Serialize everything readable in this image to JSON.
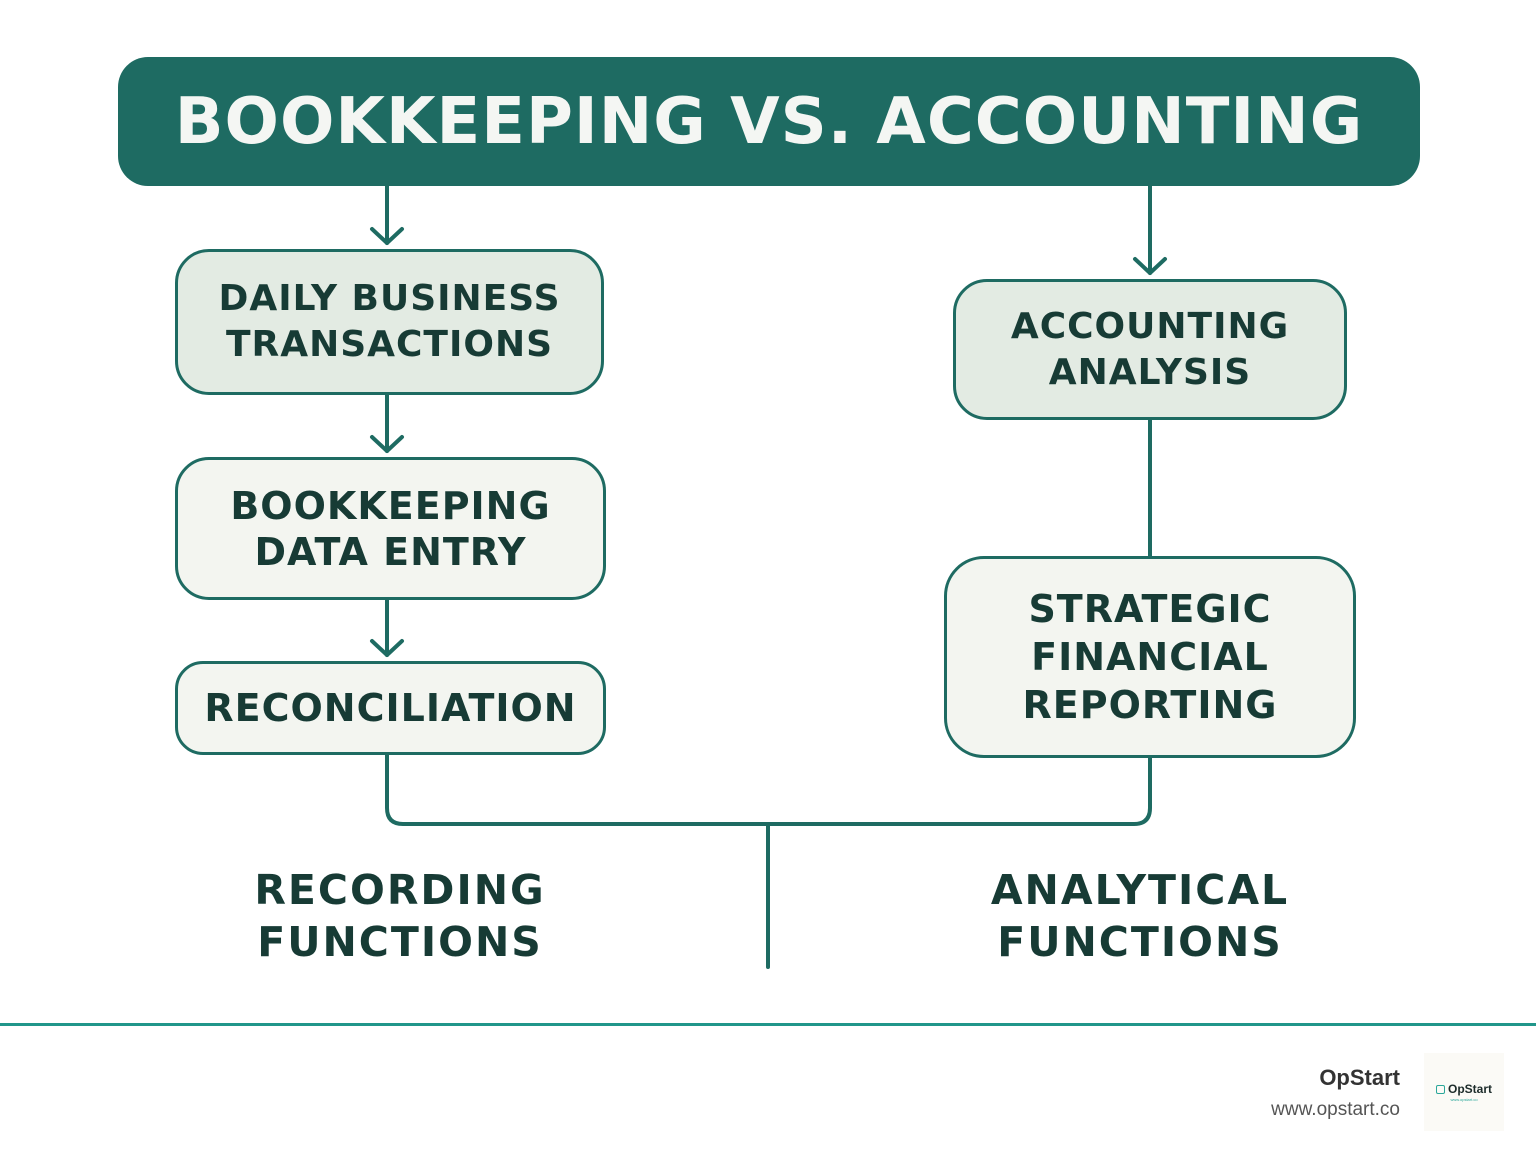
{
  "title": "BOOKKEEPING VS. ACCOUNTING",
  "left_column": {
    "steps": [
      {
        "label": "DAILY BUSINESS\nTRANSACTIONS"
      },
      {
        "label": "BOOKKEEPING\nDATA ENTRY"
      },
      {
        "label": "RECONCILIATION"
      }
    ],
    "category": "RECORDING\nFUNCTIONS"
  },
  "right_column": {
    "steps": [
      {
        "label": "ACCOUNTING\nANALYSIS"
      },
      {
        "label": "STRATEGIC\nFINANCIAL\nREPORTING"
      }
    ],
    "category": "ANALYTICAL\nFUNCTIONS"
  },
  "footer": {
    "brand_name": "OpStart",
    "brand_url": "www.opstart.co",
    "logo_text": "OpStart",
    "logo_subtext": "www.opstart.co"
  },
  "colors": {
    "primary": "#1e6b62",
    "node_fill": "#e3ebe3",
    "text": "#173b35",
    "footer_rule": "#20968a"
  }
}
